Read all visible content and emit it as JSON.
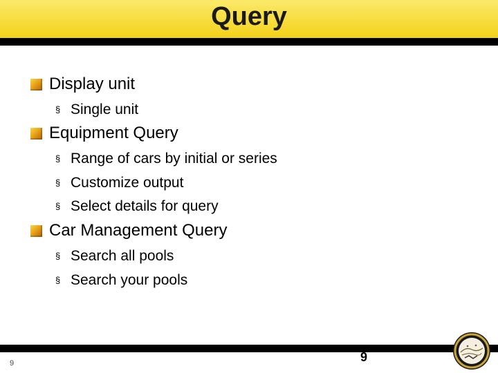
{
  "title": "Query",
  "items": [
    {
      "label": "Display unit",
      "subitems": [
        "Single unit"
      ]
    },
    {
      "label": "Equipment Query",
      "subitems": [
        "Range of cars by initial or series",
        "Customize output",
        "Select details for query"
      ]
    },
    {
      "label": "Car Management Query",
      "subitems": [
        "Search all pools",
        "Search your pools"
      ]
    }
  ],
  "sub_bullet_glyph": "§",
  "footer": {
    "slide_number_left": "9",
    "slide_number_center": "9"
  },
  "colors": {
    "title_bar": "#f3d21a",
    "rule": "#000000",
    "bullet": "#e8a317"
  },
  "icons": {
    "bullet": "orange-square-bullet-icon",
    "logo": "seal-logo"
  }
}
